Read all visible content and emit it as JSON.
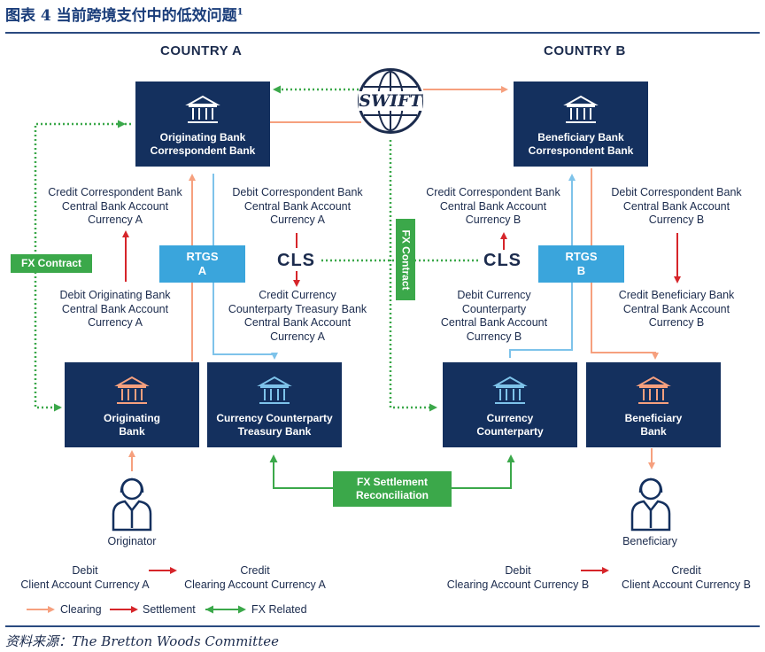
{
  "title": "图表 4   当前跨境支付中的低效问题",
  "title_sup": "1",
  "countries": {
    "a": "COUNTRY A",
    "b": "COUNTRY B"
  },
  "swift": "SWIFT",
  "cls": "CLS",
  "boxes": {
    "orig_corr": "Originating Bank\nCorrespondent Bank",
    "ben_corr": "Beneficiary Bank\nCorrespondent Bank",
    "orig_bank": "Originating\nBank",
    "ccy_treasury": "Currency Counterparty\nTreasury Bank",
    "ccy_cp": "Currency\nCounterparty",
    "ben_bank": "Beneficiary\nBank"
  },
  "rtgs": {
    "a": "RTGS\nA",
    "b": "RTGS\nB"
  },
  "fx_contract_left": "FX Contract",
  "fx_contract_mid": "FX Contract",
  "fx_settlement": "FX Settlement\nReconciliation",
  "labels": {
    "credit_corr_a": "Credit Correspondent Bank\nCentral Bank Account\nCurrency A",
    "debit_orig_a": "Debit Originating Bank\nCentral Bank Account\nCurrency A",
    "debit_corr_a": "Debit Correspondent Bank\nCentral Bank Account\nCurrency A",
    "credit_ccy_treasury": "Credit Currency\nCounterparty Treasury Bank\nCentral Bank Account\nCurrency A",
    "credit_corr_b": "Credit Correspondent Bank\nCentral Bank Account\nCurrency B",
    "debit_ccy_cp": "Debit Currency\nCounterparty\nCentral Bank Account\nCurrency B",
    "debit_corr_b": "Debit Correspondent Bank\nCentral Bank Account\nCurrency B",
    "credit_ben": "Credit Beneficiary Bank\nCentral Bank Account\nCurrency B"
  },
  "people": {
    "originator": "Originator",
    "beneficiary": "Beneficiary"
  },
  "bottom": {
    "debit_client_a": "Debit\nClient Account Currency A",
    "credit_clearing_a": "Credit\nClearing Account Currency A",
    "debit_clearing_b": "Debit\nClearing Account Currency B",
    "credit_client_b": "Credit\nClient Account Currency B"
  },
  "legend": {
    "clearing": "Clearing",
    "settlement": "Settlement",
    "fx": "FX Related"
  },
  "source": "资料来源：The Bretton Woods Committee",
  "colors": {
    "navy": "#14305e",
    "clearing": "#f6a07e",
    "settlement": "#d6252a",
    "fx": "#3ba84a",
    "rtgs": "#3aa5dc",
    "light_blue": "#7ec3ea"
  },
  "icons": {
    "bank": "bank-icon",
    "person": "person-icon",
    "globe": "globe-icon"
  }
}
